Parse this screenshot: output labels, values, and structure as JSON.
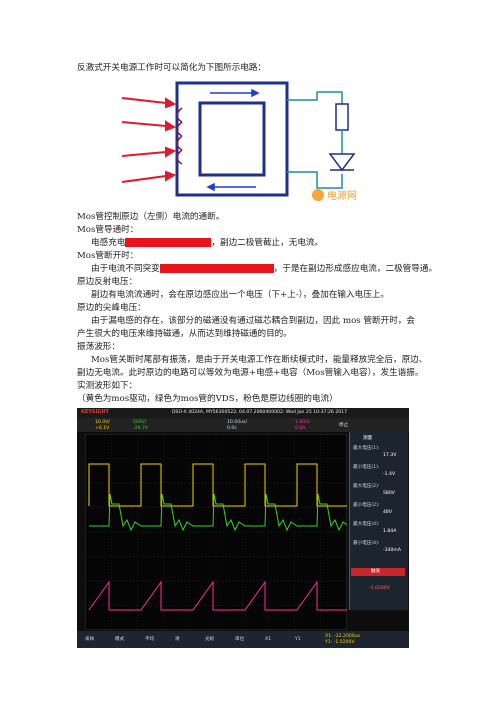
{
  "doc": {
    "p1": "反激式开关电源工作时可以简化为下图所示电路：",
    "p2": "Mos管控制原边（左侧）电流的通断。",
    "p3": "Mos管导通时：",
    "p4a": "电感充电",
    "p4b": "，副边二极管截止，无电流。",
    "p5": "Mos管断开时：",
    "p6a": "由于电流不同突变",
    "p6b": "，于是在副边形成感应电流，二极管导通。",
    "p7": "原边反射电压：",
    "p8": "副边有电流流通时，会在原边感应出一个电压（下+上-），叠加在输入电压上。",
    "p9": "原边的尖峰电压：",
    "p10": "由于漏电感的存在，该部分的磁通没有通过磁芯耦合到副边，因此 mos 管断开时，会",
    "p11": "产生很大的电压来维持磁通，从而达到维持磁通的目的。",
    "p12": "振荡波形：",
    "p13": "Mos管关断时尾部有振荡，是由于开关电源工作在断续模式时，能量释放完全后，原边、",
    "p14": "副边无电流。此时原边的电路可以等效为电源+电感+电容（Mos管输入电容），发生谐振。",
    "p15": "实测波形如下：",
    "p16": "（黄色为mos驱动，绿色为mos管的VDS，粉色是原边线圈的电流）",
    "watermark": "电源网"
  },
  "scope": {
    "brand": "KEYSIGHT",
    "title": "DSO-X 4024A, MY56300522, 04.07.2060400002: Wed Jan 25 10:37:26 2017",
    "ch1_scale": "10.0V/",
    "ch1_offset": "+6.1V",
    "ch2_scale": "500V/",
    "ch2_offset": "-26.7V",
    "timebase": "10.00us/",
    "delay": "0.0s",
    "ch4_scale": "1.00A/",
    "ch4_offset": "0.0A",
    "run_state": "停止",
    "panel_title": "测量",
    "measurements": [
      {
        "label": "最大电压(1):",
        "value": "17.3V"
      },
      {
        "label": "最小电压(1):",
        "value": "-1.4V"
      },
      {
        "label": "最大电压(2):",
        "value": "580V"
      },
      {
        "label": "最小电压(2):",
        "value": "48V"
      },
      {
        "label": "最大电压(4):",
        "value": "1.84A"
      },
      {
        "label": "最小电压(4):",
        "value": "-340mA"
      }
    ],
    "trig_label": "触发",
    "trig_value": "-1.0200V",
    "bottom_menu": [
      "采样",
      "模式",
      "平均",
      "清",
      "光标",
      "单位",
      "X1",
      "Y1"
    ],
    "cursor_x": "X1: -22.2000us",
    "cursor_y": "Y1: -1.0200V",
    "colors": {
      "ch1": "#f5d400",
      "ch2": "#39d42b",
      "ch4": "#ff2f9a",
      "ch3": "#4a8cff"
    }
  }
}
